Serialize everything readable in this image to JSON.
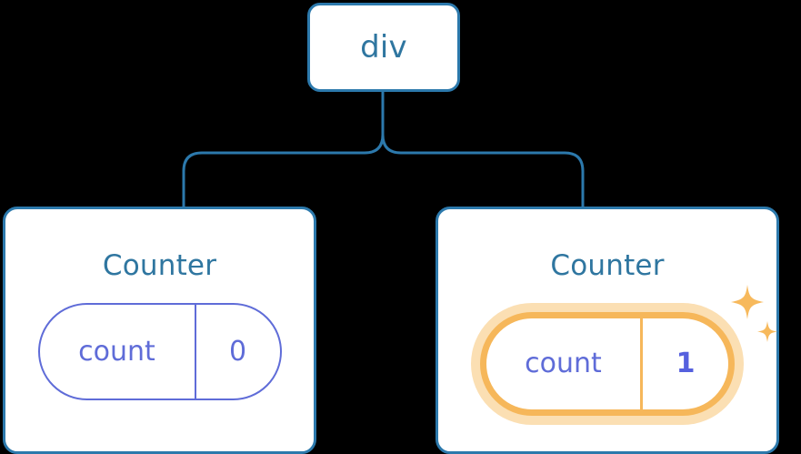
{
  "diagram": {
    "type": "component-tree",
    "background_color": "#000000",
    "line_color": "#2C79AC",
    "node_border_color": "#2C79AC",
    "node_text_color": "#2F76A0",
    "state_color": "#5F6CD8",
    "highlight_color": "#F6B75A",
    "highlight_glow_color": "#FBDFB3"
  },
  "root": {
    "label": "div"
  },
  "children": [
    {
      "title": "Counter",
      "state": {
        "key": "count",
        "value": "0"
      },
      "highlighted": false
    },
    {
      "title": "Counter",
      "state": {
        "key": "count",
        "value": "1"
      },
      "highlighted": true,
      "sparkle_icons": [
        "sparkle-large",
        "sparkle-small"
      ]
    }
  ]
}
